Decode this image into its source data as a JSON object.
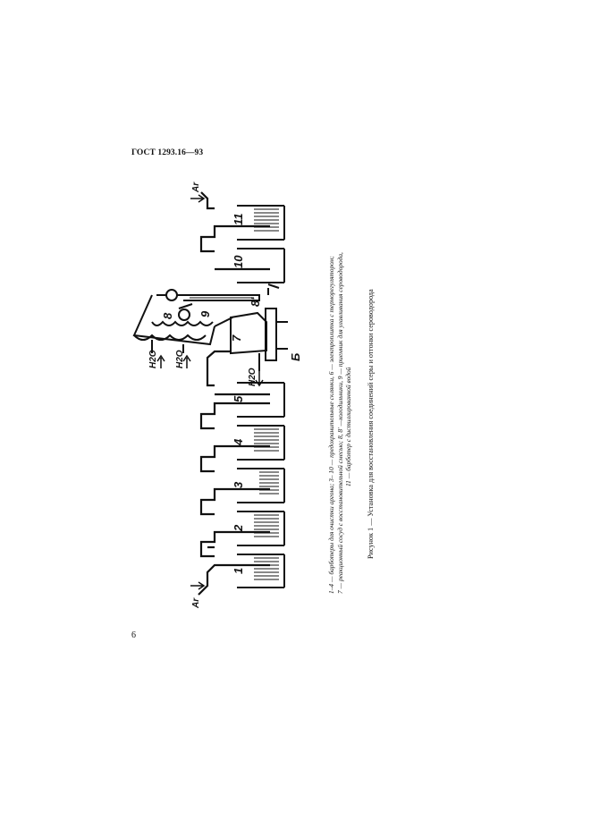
{
  "header": {
    "standard": "ГОСТ 1293.16—93"
  },
  "page": {
    "number": "6"
  },
  "figure": {
    "title": "Рисунок 1 — Установка для восстановления соединений серы и отгонки сероводорода",
    "legend": [
      "1–4 — барботеры для очистки аргона; 3– 10 — предохранительные склянки, 6 — электроплитка с терморегулятором;",
      "7 — реакционный сосуд с восстановительной смесью; 8, 8' —холодильники, 9 — приемник для улавливания сероводорода,",
      "11 — барботер с дистиллированной водой"
    ],
    "labels": {
      "ar_in": "Ar",
      "ar_out": "Ar",
      "h2o_1": "H2O",
      "h2o_2": "H2O",
      "h2o_3": "H2O",
      "n1": "1",
      "n2": "2",
      "n3": "3",
      "n4": "4",
      "n5": "5",
      "n6": "Б",
      "n7": "7",
      "n8": "8",
      "n8p": "8'",
      "n9": "9",
      "n10": "10",
      "n11": "11"
    }
  }
}
